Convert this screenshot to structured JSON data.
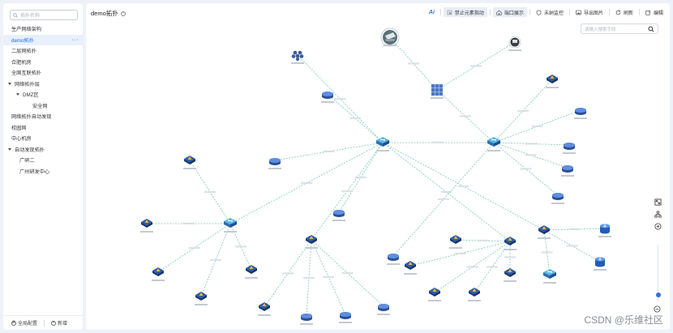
{
  "sidebar": {
    "search_placeholder": "拓扑名称",
    "items": [
      {
        "label": "生产网络架构",
        "level": 0,
        "caret": false,
        "active": false
      },
      {
        "label": "demo拓扑",
        "level": 0,
        "caret": false,
        "active": true,
        "more": "···"
      },
      {
        "label": "二层网拓扑",
        "level": 0,
        "caret": false,
        "active": false
      },
      {
        "label": "合肥机房",
        "level": 0,
        "caret": false,
        "active": false
      },
      {
        "label": "全国互联拓扑",
        "level": 0,
        "caret": false,
        "active": false
      },
      {
        "label": "网络拓扑层",
        "level": 0,
        "caret": true,
        "active": false
      },
      {
        "label": "DMZ区",
        "level": 1,
        "caret": true,
        "active": false
      },
      {
        "label": "安全网",
        "level": 2,
        "caret": false,
        "active": false
      },
      {
        "label": "网络拓扑自动发现",
        "level": 0,
        "caret": false,
        "active": false
      },
      {
        "label": "校园网",
        "level": 0,
        "caret": false,
        "active": false
      },
      {
        "label": "中心机房",
        "level": 0,
        "caret": false,
        "active": false
      },
      {
        "label": "自动发现拓扑",
        "level": 0,
        "caret": true,
        "active": false
      },
      {
        "label": "广研二",
        "level": 1,
        "caret": false,
        "active": false
      },
      {
        "label": "广州研发中心",
        "level": 1,
        "caret": false,
        "active": false
      }
    ],
    "footer": {
      "settings": "全局配置",
      "add": "新增"
    }
  },
  "header": {
    "title": "demo拓扑",
    "toolbar": {
      "ai": "Ai",
      "disable_indicator": "禁止元素指动",
      "port_display": "端口展示",
      "unmonitored": "未纳监控",
      "export": "导出图片",
      "refresh": "刷新",
      "edit": "编辑"
    }
  },
  "canvas": {
    "search_placeholder": "请输入搜索字段"
  },
  "watermark": "CSDN @乐维社区",
  "colors": {
    "accent": "#2f6fe6",
    "link": "#5fbfa8",
    "active_bg": "#e8f0fe"
  }
}
